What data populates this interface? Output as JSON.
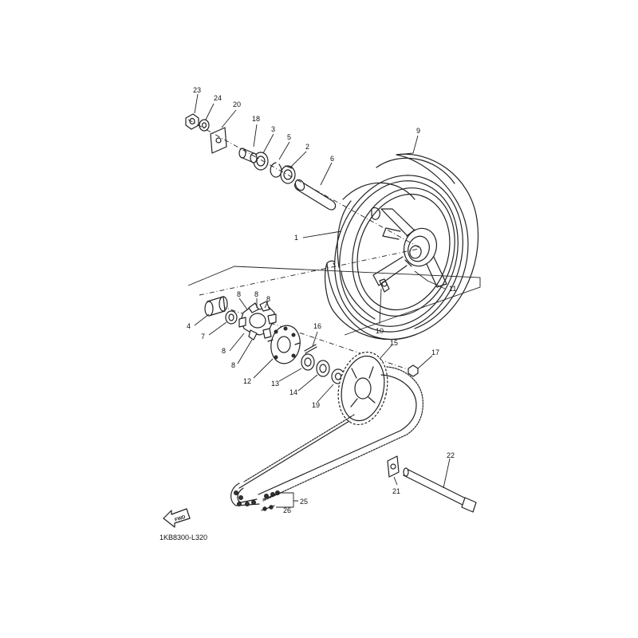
{
  "diagram": {
    "drawing_code": "1KB8300-L320",
    "forward_label": "FWD",
    "callouts": {
      "c1": "1",
      "c2": "2",
      "c3": "3",
      "c4": "4",
      "c5": "5",
      "c6": "6",
      "c7": "7",
      "c8a": "8",
      "c8b": "8",
      "c8c": "8",
      "c8d": "8",
      "c8e": "8",
      "c9": "9",
      "c10": "10",
      "c11": "11",
      "c12": "12",
      "c13": "13",
      "c14": "14",
      "c15": "15",
      "c16": "16",
      "c17": "17",
      "c18": "18",
      "c19": "19",
      "c20": "20",
      "c21": "21",
      "c22": "22",
      "c23": "23",
      "c24": "24",
      "c25": "25",
      "c26": "26"
    }
  }
}
